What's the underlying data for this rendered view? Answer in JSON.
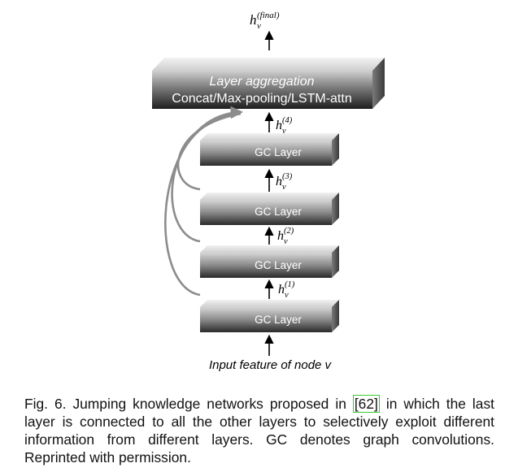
{
  "diagram": {
    "output_label": {
      "base": "h",
      "sub": "v",
      "sup": "(final)"
    },
    "aggregation": {
      "title": "Layer aggregation",
      "methods": "Concat/Max-pooling/LSTM-attn"
    },
    "layers": [
      {
        "label": "GC Layer",
        "output": {
          "base": "h",
          "sub": "v",
          "sup": "(1)"
        }
      },
      {
        "label": "GC Layer",
        "output": {
          "base": "h",
          "sub": "v",
          "sup": "(2)"
        }
      },
      {
        "label": "GC Layer",
        "output": {
          "base": "h",
          "sub": "v",
          "sup": "(3)"
        }
      },
      {
        "label": "GC Layer",
        "output": {
          "base": "h",
          "sub": "v",
          "sup": "(4)"
        }
      }
    ],
    "input_label": "Input feature of node v"
  },
  "caption": {
    "before_ref": "Fig. 6. Jumping knowledge networks proposed in ",
    "ref": "[62]",
    "after_ref": " in which the last layer is connected to all the other layers to selectively exploit different information from different layers. GC denotes graph convolutions. Reprinted with permission."
  },
  "colors": {
    "box_dark": "#2e2e2e",
    "box_light": "#d8d8d8",
    "arrow": "#000000",
    "skip": "#8c8c8c"
  }
}
